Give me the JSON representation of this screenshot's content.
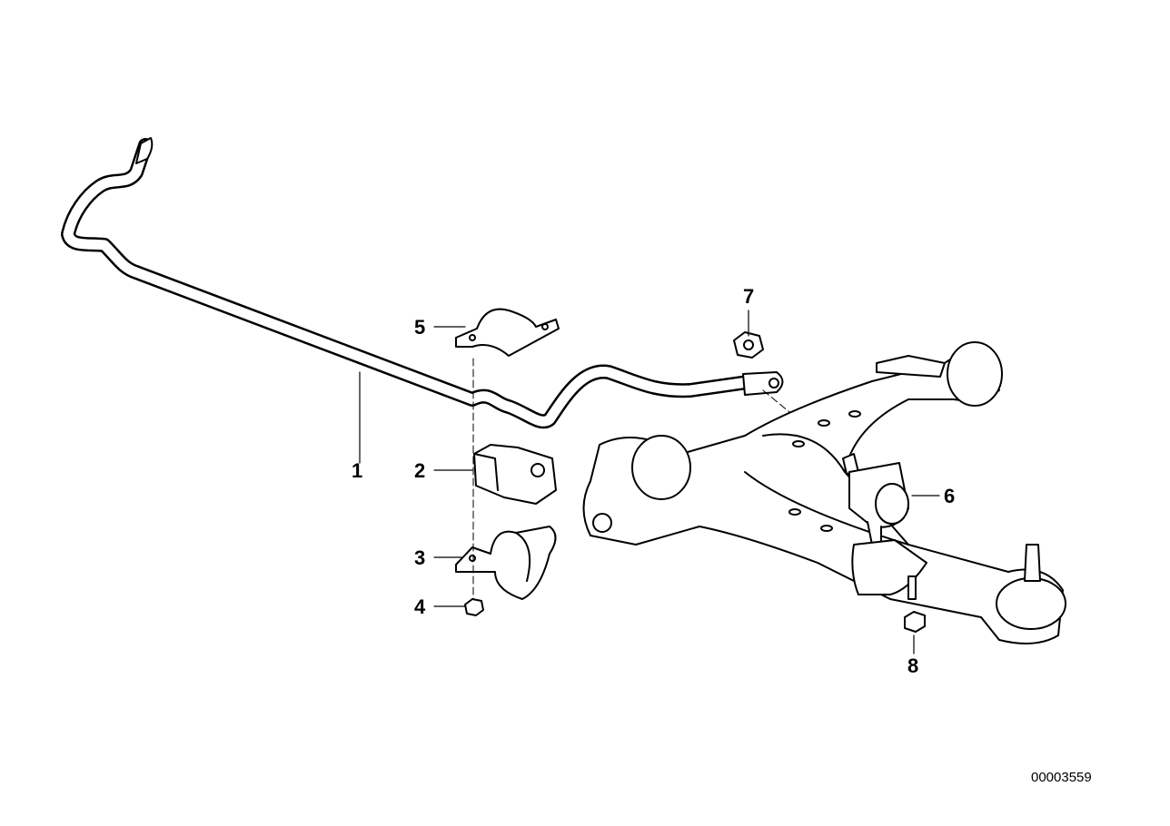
{
  "diagram": {
    "callouts": [
      {
        "number": "1",
        "part": "stabilizer-bar"
      },
      {
        "number": "2",
        "part": "rubber-mounting"
      },
      {
        "number": "3",
        "part": "bracket"
      },
      {
        "number": "4",
        "part": "nut"
      },
      {
        "number": "5",
        "part": "bracket-upper"
      },
      {
        "number": "6",
        "part": "stabilizer-link"
      },
      {
        "number": "7",
        "part": "self-locking-nut"
      },
      {
        "number": "8",
        "part": "hex-nut"
      }
    ],
    "reference_number": "00003559",
    "line_color": "#000000",
    "background": "#ffffff"
  }
}
